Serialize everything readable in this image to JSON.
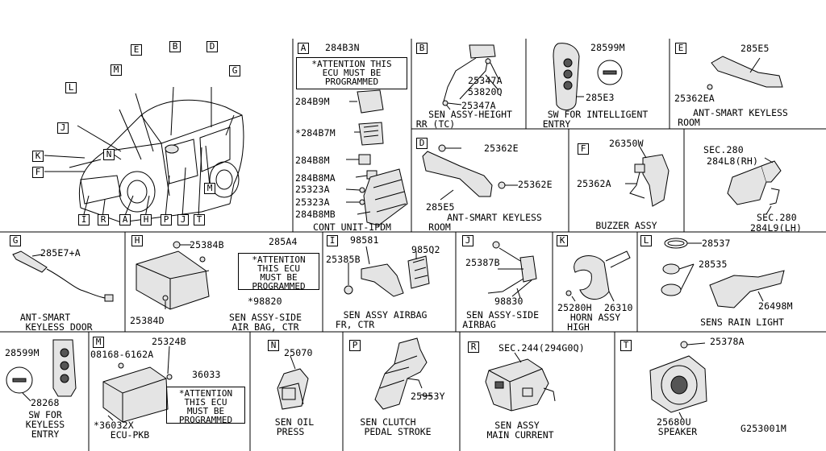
{
  "drawing_id": "G253001M",
  "overview": {
    "callouts": [
      "E",
      "B",
      "D",
      "M",
      "G",
      "L",
      "J",
      "K",
      "N",
      "F",
      "M",
      "I",
      "R",
      "A",
      "H",
      "P",
      "J",
      "T"
    ]
  },
  "sections": {
    "A": {
      "letter": "A",
      "parts": [
        "284B3N",
        "284B9M",
        "*284B7M",
        "284B8M",
        "284B8MA",
        "25323A",
        "25323A",
        "284B8MB"
      ],
      "attention": [
        "*ATTENTION THIS",
        "ECU MUST BE",
        "PROGRAMMED"
      ],
      "caption": [
        "CONT UNIT-IPDM"
      ]
    },
    "B": {
      "letter": "B",
      "parts": [
        "25347A",
        "53820Q",
        "25347A"
      ],
      "caption": [
        "SEN ASSY-HEIGHT",
        "RR (TC)"
      ]
    },
    "intelligent": {
      "parts": [
        "28599M",
        "285E3"
      ],
      "caption": [
        "SW FOR INTELLIGENT",
        "ENTRY"
      ]
    },
    "E": {
      "letter": "E",
      "parts": [
        "285E5",
        "25362EA"
      ],
      "caption": [
        "ANT-SMART KEYLESS",
        "ROOM"
      ]
    },
    "D": {
      "letter": "D",
      "parts": [
        "25362E",
        "25362E",
        "285E5"
      ],
      "caption": [
        "ANT-SMART KEYLESS",
        "ROOM"
      ]
    },
    "F": {
      "letter": "F",
      "parts": [
        "26350W",
        "25362A"
      ],
      "caption": [
        "BUZZER ASSY"
      ]
    },
    "sec280": {
      "parts": [
        "SEC.280",
        "284L8(RH)",
        "SEC.280",
        "284L9(LH)"
      ]
    },
    "G": {
      "letter": "G",
      "parts": [
        "285E7+A"
      ],
      "caption": [
        "ANT-SMART",
        "KEYLESS DOOR"
      ]
    },
    "H": {
      "letter": "H",
      "parts": [
        "25384B",
        "285A4",
        "25384D",
        "*98820"
      ],
      "attention": [
        "*ATTENTION",
        "THIS ECU",
        "MUST BE",
        "PROGRAMMED"
      ],
      "caption": [
        "SEN ASSY-SIDE",
        "AIR BAG, CTR"
      ]
    },
    "I": {
      "letter": "I",
      "parts": [
        "98581",
        "25385B",
        "985Q2"
      ],
      "caption": [
        "SEN ASSY AIRBAG",
        "FR, CTR"
      ]
    },
    "J": {
      "letter": "J",
      "parts": [
        "25387B",
        "98830"
      ],
      "caption": [
        "SEN ASSY-SIDE",
        "AIRBAG"
      ]
    },
    "K": {
      "letter": "K",
      "parts": [
        "25280H",
        "26310"
      ],
      "caption": [
        "HORN ASSY",
        "HIGH"
      ]
    },
    "L": {
      "letter": "L",
      "parts": [
        "28537",
        "28535",
        "26498M"
      ],
      "caption": [
        "SENS RAIN LIGHT"
      ]
    },
    "keyless": {
      "parts": [
        "28599M",
        "28268"
      ],
      "caption": [
        "SW FOR",
        "KEYLESS",
        "ENTRY"
      ]
    },
    "M": {
      "letter": "M",
      "parts": [
        "25324B",
        "08168-6162A",
        "36033",
        "*36032X"
      ],
      "attention": [
        "*ATTENTION",
        "THIS ECU",
        "MUST BE",
        "PROGRAMMED"
      ],
      "caption": [
        "ECU-PKB"
      ]
    },
    "N": {
      "letter": "N",
      "parts": [
        "25070"
      ],
      "caption": [
        "SEN OIL",
        "PRESS"
      ]
    },
    "P": {
      "letter": "P",
      "parts": [
        "25953Y"
      ],
      "caption": [
        "SEN CLUTCH",
        "PEDAL STROKE"
      ]
    },
    "R": {
      "letter": "R",
      "parts": [
        "SEC.244(294G0Q)"
      ],
      "caption": [
        "SEN ASSY",
        "MAIN CURRENT"
      ]
    },
    "T": {
      "letter": "T",
      "parts": [
        "25378A",
        "25680U"
      ],
      "caption": [
        "SPEAKER"
      ]
    }
  }
}
